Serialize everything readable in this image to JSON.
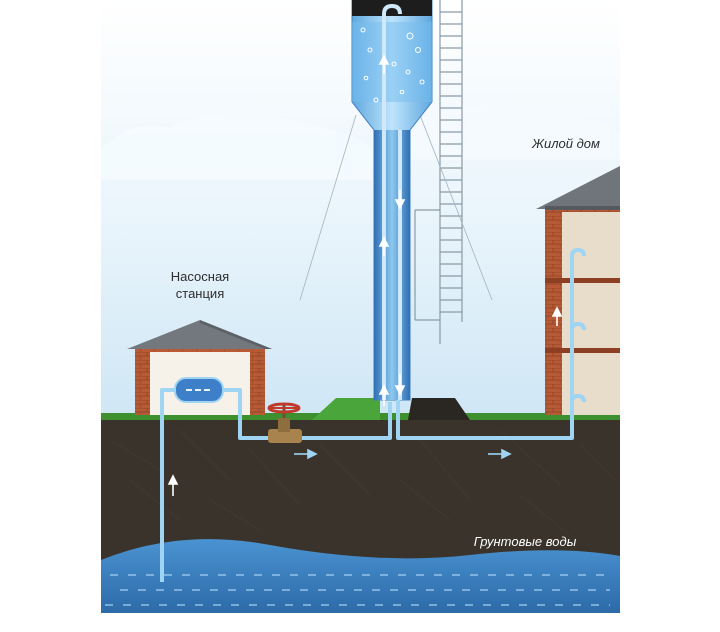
{
  "labels": {
    "pump_station_line1": "Насосная",
    "pump_station_line2": "станция",
    "residential_house": "Жилой дом",
    "groundwater": "Грунтовые воды"
  },
  "colors": {
    "sky": "#dff0fa",
    "soil": "#3a332c",
    "grass": "#3e8f2e",
    "brick": "#b85a36",
    "roof": "#6f757b",
    "water": "#3b82c6",
    "pipe": "#9fd4f2",
    "valve": "#c0392b"
  },
  "icons": {
    "flow_arrow": "arrow-icon",
    "valve": "valve-icon",
    "pump": "pump-icon"
  }
}
